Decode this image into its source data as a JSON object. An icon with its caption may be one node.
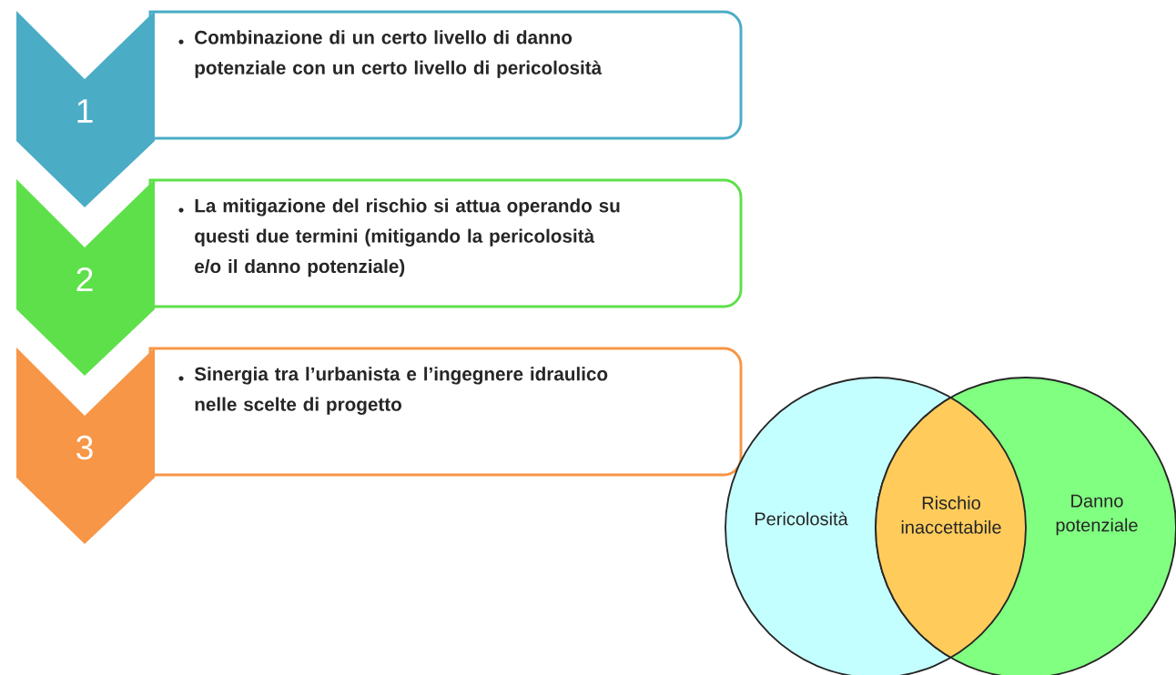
{
  "diagram": {
    "nodes": [
      {
        "text": [
          "1"
        ]
      },
      {
        "text": [
          "Combinazione di un certo livello di danno potenziale con un certo livello di pericolosità"
        ]
      },
      {
        "text": [
          "2"
        ]
      },
      {
        "text": [
          "La mitigazione del rischio si attua operando su questi due termini (mitigando la pericolosità e/o il danno potenziale)"
        ]
      },
      {
        "text": [
          "3"
        ]
      },
      {
        "text": [
          "Sinergia tra l’urbanista e l’ingegnere idraulico nelle scelte di progetto"
        ]
      },
      {
        "text": [
          "Pericolosità"
        ]
      },
      {
        "text": [
          "Danno potenziale"
        ]
      },
      {
        "text": [
          "Rischio inaccettabile"
        ]
      }
    ],
    "edges": []
  }
}
